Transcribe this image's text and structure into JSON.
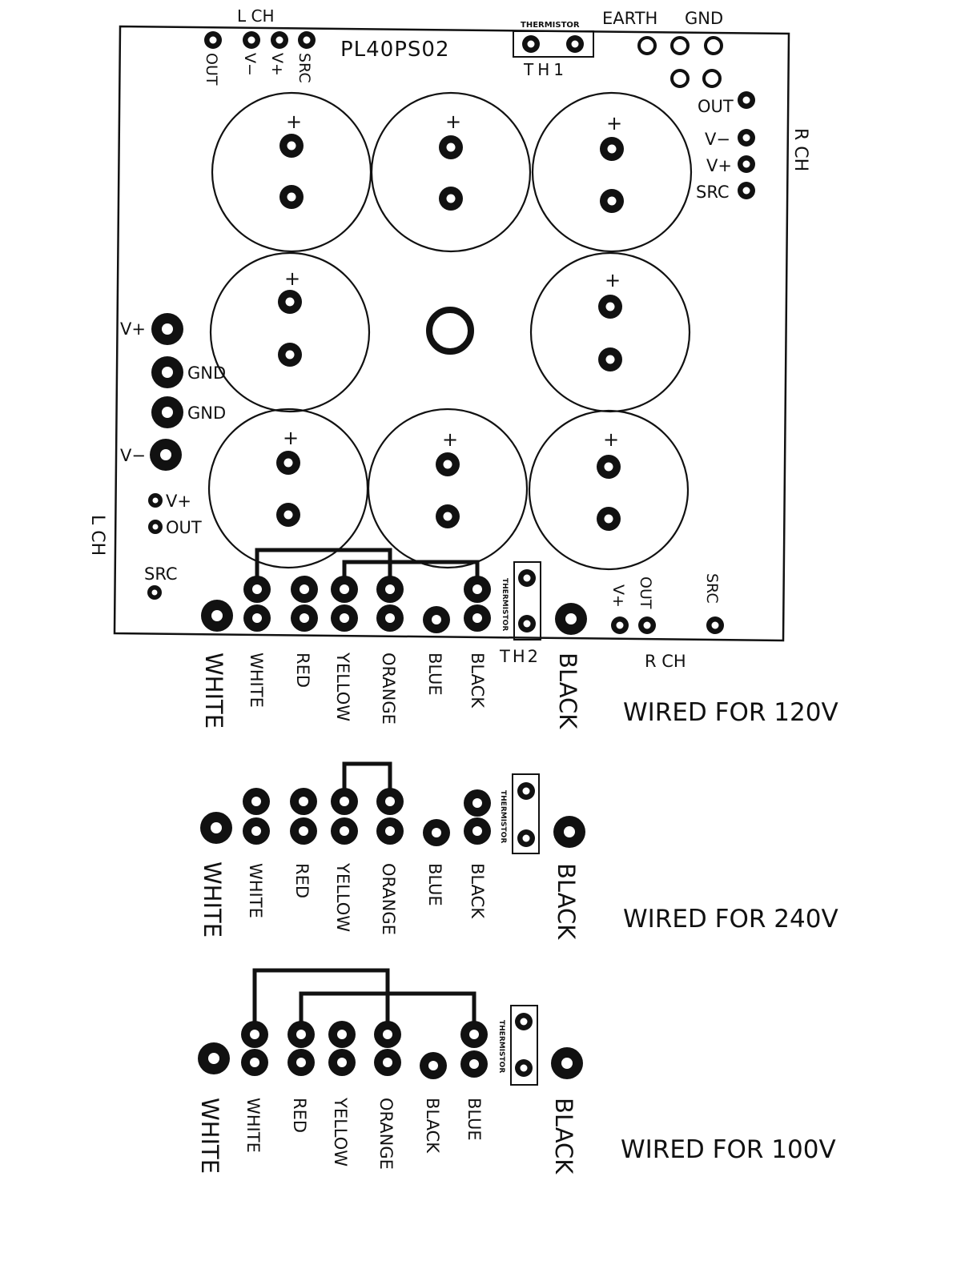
{
  "board": {
    "model": "PL40PS02",
    "lch_top": "L CH",
    "lch_side": "L CH",
    "rch_side": "R CH",
    "rch_bottom": "R CH",
    "earth": "EARTH",
    "gnd": "GND",
    "therm_top": "THERMISTOR",
    "th1": "TH1",
    "th2": "TH2",
    "therm_small": "THERMISTOR",
    "plus": "+"
  },
  "pins": {
    "top_left": [
      "OUT",
      "V−",
      "V+",
      "SRC"
    ],
    "right_upper": [
      "OUT",
      "V−",
      "V+",
      "SRC"
    ],
    "left_big_vplus": "V+",
    "left_big_gnd1": "GND",
    "left_big_gnd2": "GND",
    "left_big_vminus": "V−",
    "left_small_vplus": "V+",
    "left_small_out": "OUT",
    "left_src": "SRC",
    "bottom_right": [
      "V+",
      "OUT",
      "SRC"
    ]
  },
  "wiring": [
    {
      "title": "WIRED FOR 120V",
      "outer_left": "WHITE",
      "labels": [
        "WHITE",
        "RED",
        "YELLOW",
        "ORANGE",
        "BLUE",
        "BLACK"
      ],
      "outer_right": "BLACK"
    },
    {
      "title": "WIRED FOR 240V",
      "outer_left": "WHITE",
      "labels": [
        "WHITE",
        "RED",
        "YELLOW",
        "ORANGE",
        "BLUE",
        "BLACK"
      ],
      "outer_right": "BLACK"
    },
    {
      "title": "WIRED FOR 100V",
      "outer_left": "WHITE",
      "labels": [
        "WHITE",
        "RED",
        "YELLOW",
        "ORANGE",
        "BLACK",
        "BLUE"
      ],
      "outer_right": "BLACK"
    }
  ],
  "colors": {
    "ink": "#111111",
    "paper": "#ffffff"
  }
}
